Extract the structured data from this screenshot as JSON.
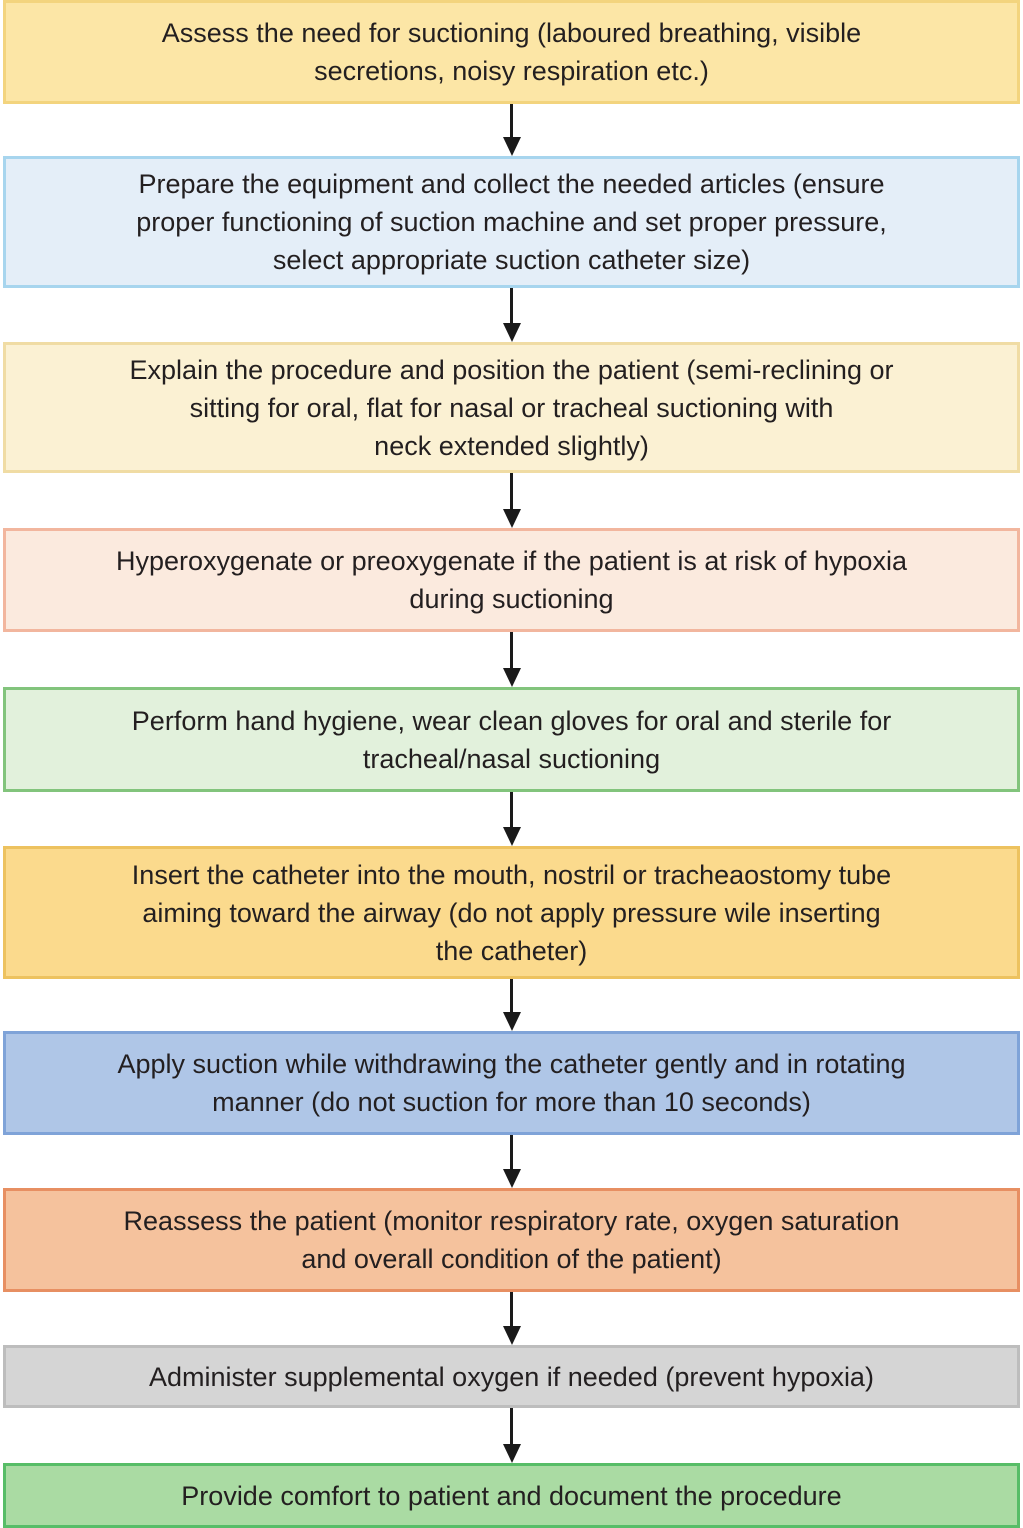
{
  "diagram": {
    "type": "flowchart",
    "text_color": "#231F20",
    "arrow_color": "#1a1a1a",
    "steps": [
      {
        "text": "Assess the need for suctioning (laboured breathing, visible\nsecretions, noisy respiration etc.)",
        "bg": "#FCE6A6",
        "border": "#F3D47E"
      },
      {
        "text": "Prepare the equipment and collect the needed articles (ensure\nproper functioning of suction machine and set proper pressure,\nselect appropriate suction catheter size)",
        "bg": "#E4EEF8",
        "border": "#A7D5EE"
      },
      {
        "text": "Explain the procedure and position the patient (semi-reclining or\nsitting for oral, flat for nasal or tracheal suctioning with\nneck extended slightly)",
        "bg": "#FBF1D3",
        "border": "#F0DCA4"
      },
      {
        "text": "Hyperoxygenate or preoxygenate if the patient is at risk of hypoxia\nduring suctioning",
        "bg": "#FBEADE",
        "border": "#F2B69E"
      },
      {
        "text": "Perform hand hygiene, wear clean gloves for oral and sterile for\ntracheal/nasal suctioning",
        "bg": "#E2F1DC",
        "border": "#82C47C"
      },
      {
        "text": "Insert the catheter into the mouth, nostril or tracheaostomy tube\naiming toward the airway (do not apply pressure wile inserting\nthe catheter)",
        "bg": "#FBDA8D",
        "border": "#EDC25F"
      },
      {
        "text": "Apply suction while withdrawing the catheter gently and in rotating\nmanner (do not suction for more than 10 seconds)",
        "bg": "#AFC6E7",
        "border": "#7FA3D8"
      },
      {
        "text": "Reassess the patient (monitor respiratory rate, oxygen saturation\nand overall condition of the patient)",
        "bg": "#F5C29D",
        "border": "#E78F62"
      },
      {
        "text": "Administer supplemental oxygen if needed (prevent hypoxia)",
        "bg": "#D5D5D5",
        "border": "#BDBDBD"
      },
      {
        "text": "Provide comfort to patient and document the procedure",
        "bg": "#AADBA3",
        "border": "#57BD67"
      }
    ]
  }
}
